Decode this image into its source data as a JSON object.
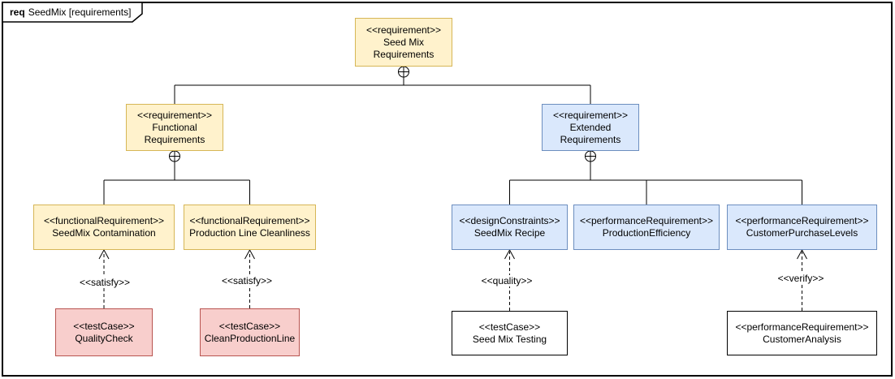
{
  "frame": {
    "keyword": "req",
    "title": "SeedMix [requirements]"
  },
  "colors": {
    "requirement_yellow_fill": "#fff2cc",
    "requirement_yellow_stroke": "#d6b656",
    "requirement_blue_fill": "#dae8fc",
    "requirement_blue_stroke": "#6c8ebf",
    "testcase_red_fill": "#f8cecc",
    "testcase_red_stroke": "#b85450",
    "plain_fill": "#ffffff",
    "line_stroke": "#000000"
  },
  "icons": {
    "containment": "circle-plus"
  },
  "nodes": {
    "seed_mix_requirements": {
      "stereotype": "<<requirement>>",
      "name": "Seed Mix Requirements"
    },
    "functional_requirements": {
      "stereotype": "<<requirement>>",
      "name": "Functional Requirements"
    },
    "extended_requirements": {
      "stereotype": "<<requirement>>",
      "name": "Extended Requirements"
    },
    "seedmix_contamination": {
      "stereotype": "<<functionalRequirement>>",
      "name": "SeedMix Contamination"
    },
    "production_line_cleanliness": {
      "stereotype": "<<functionalRequirement>>",
      "name": "Production Line Cleanliness"
    },
    "seedmix_recipe": {
      "stereotype": "<<designConstraints>>",
      "name": "SeedMix Recipe"
    },
    "production_efficiency": {
      "stereotype": "<<performanceRequirement>>",
      "name": "ProductionEfficiency"
    },
    "customer_purchase_levels": {
      "stereotype": "<<performanceRequirement>>",
      "name": "CustomerPurchaseLevels"
    },
    "quality_check": {
      "stereotype": "<<testCase>>",
      "name": "QualityCheck"
    },
    "clean_production_line": {
      "stereotype": "<<testCase>>",
      "name": "CleanProductionLine"
    },
    "seed_mix_testing": {
      "stereotype": "<<testCase>>",
      "name": "Seed Mix Testing"
    },
    "customer_analysis": {
      "stereotype": "<<performanceRequirement>>",
      "name": "CustomerAnalysis"
    }
  },
  "edges": {
    "satisfy_quality_check": {
      "label": "<<satisfy>>"
    },
    "satisfy_clean_production_line": {
      "label": "<<satisfy>>"
    },
    "quality_seed_mix_testing": {
      "label": "<<quality>>"
    },
    "verify_customer_analysis": {
      "label": "<<verify>>"
    }
  }
}
